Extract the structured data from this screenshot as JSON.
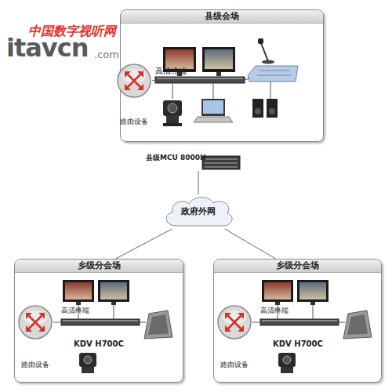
{
  "diagram": {
    "nodes": [
      {
        "text": [
          "县级会场"
        ]
      },
      {
        "text": [
          "高清终端"
        ],
        "in": 0
      },
      {
        "text": [
          "路由设备"
        ],
        "in": 0
      },
      {
        "text": [
          "县级MCU 8000H"
        ]
      },
      {
        "text": [
          "政府外网"
        ]
      },
      {
        "text": [
          "乡级分会场"
        ]
      },
      {
        "text": [
          "高清终端",
          "KDV H700C"
        ],
        "in": 5
      },
      {
        "text": [
          "路由设备"
        ],
        "in": 5
      },
      {
        "text": [
          "乡级分会场"
        ]
      },
      {
        "text": [
          "高清终端",
          "KDV H700C"
        ],
        "in": 8
      },
      {
        "text": [
          "路由设备"
        ],
        "in": 8
      }
    ],
    "edges": [
      {
        "from": 2,
        "to": 1,
        "arrow": "none"
      },
      {
        "from": 3,
        "to": 4,
        "arrow": "none"
      },
      {
        "from": 4,
        "to": 5,
        "arrow": "none"
      },
      {
        "from": 4,
        "to": 8,
        "arrow": "none"
      },
      {
        "from": 7,
        "to": 6,
        "arrow": "none"
      },
      {
        "from": 10,
        "to": 9,
        "arrow": "none"
      }
    ],
    "labels": [
      "中国数字视听网",
      "itavcn",
      ".com"
    ]
  }
}
